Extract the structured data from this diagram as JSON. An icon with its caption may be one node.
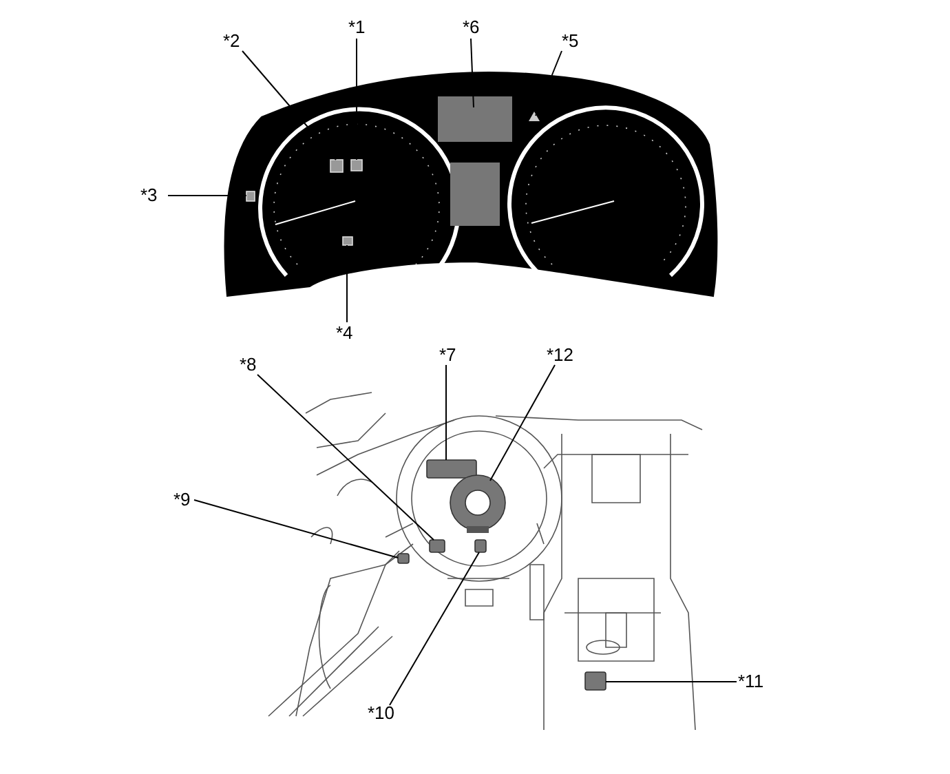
{
  "diagram": {
    "nodes": [
      {
        "text": [
          "*1"
        ]
      },
      {
        "text": [
          "*2"
        ]
      },
      {
        "text": [
          "*3"
        ]
      },
      {
        "text": [
          "*4"
        ]
      },
      {
        "text": [
          "*5"
        ]
      },
      {
        "text": [
          "*6"
        ]
      },
      {
        "text": [
          "*7"
        ]
      },
      {
        "text": [
          "*8"
        ]
      },
      {
        "text": [
          "*9"
        ]
      },
      {
        "text": [
          "*10"
        ]
      },
      {
        "text": [
          "*11"
        ]
      },
      {
        "text": [
          "*12"
        ]
      },
      {
        "text": [],
        "shape": "box"
      },
      {
        "text": [],
        "shape": "box"
      },
      {
        "text": [],
        "shape": "box"
      },
      {
        "text": [],
        "shape": "box"
      },
      {
        "text": [],
        "shape": "triangle"
      },
      {
        "text": [],
        "shape": "box"
      },
      {
        "text": [],
        "shape": "box"
      },
      {
        "text": [],
        "shape": "box"
      },
      {
        "text": [],
        "shape": "box"
      },
      {
        "text": [],
        "shape": "box"
      },
      {
        "text": [],
        "shape": "box"
      },
      {
        "text": [],
        "shape": "picture"
      }
    ],
    "edges": [
      {
        "from": 0,
        "to": 12,
        "arrow": "none"
      },
      {
        "from": 1,
        "to": 13,
        "arrow": "none"
      },
      {
        "from": 2,
        "to": 14,
        "arrow": "none"
      },
      {
        "from": 3,
        "to": 15,
        "arrow": "none"
      },
      {
        "from": 4,
        "to": 16,
        "arrow": "none"
      },
      {
        "from": 5,
        "to": 17,
        "arrow": "none"
      },
      {
        "from": 6,
        "to": 18,
        "arrow": "none"
      },
      {
        "from": 7,
        "to": 19,
        "arrow": "none"
      },
      {
        "from": 8,
        "to": 20,
        "arrow": "none"
      },
      {
        "from": 9,
        "to": 21,
        "arrow": "none"
      },
      {
        "from": 10,
        "to": 22,
        "arrow": "none"
      },
      {
        "from": 11,
        "to": 23,
        "arrow": "none"
      }
    ]
  }
}
